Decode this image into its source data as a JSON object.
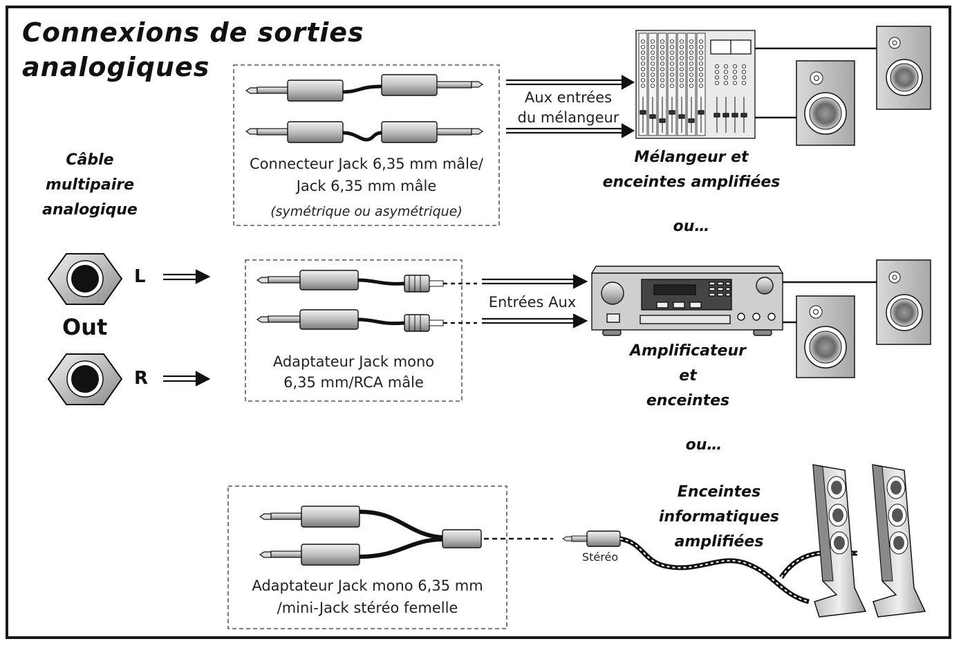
{
  "title": {
    "line1": "Connexions de sorties",
    "line2": "analogiques"
  },
  "cable": {
    "line1": "Câble",
    "line2": "multipaire",
    "line3": "analogique"
  },
  "output": {
    "left": "L",
    "out": "Out",
    "right": "R"
  },
  "box1": {
    "line1": "Connecteur Jack 6,35 mm mâle/",
    "line2": "Jack 6,35 mm mâle",
    "line3": "(symétrique ou asymétrique)"
  },
  "box2": {
    "line1": "Adaptateur Jack mono",
    "line2": "6,35 mm/RCA mâle"
  },
  "box3": {
    "line1": "Adaptateur Jack mono 6,35 mm",
    "line2": "/mini-Jack stéréo femelle"
  },
  "arrows": {
    "mixer_line1": "Aux entrées",
    "mixer_line2": "du mélangeur",
    "amp": "Entrées Aux",
    "stereo": "Stéréo"
  },
  "mixer_caption": {
    "line1": "Mélangeur et",
    "line2": "enceintes amplifiées"
  },
  "or1": "ou…",
  "amp_caption": {
    "line1": "Amplificateur",
    "line2": "et",
    "line3": "enceintes"
  },
  "or2": "ou…",
  "pc_caption": {
    "line1": "Enceintes",
    "line2": "informatiques",
    "line3": "amplifiées"
  },
  "colors": {
    "ink": "#1a1a1a",
    "metal_light": "#e6e6e6",
    "metal_dark": "#8c8c8c",
    "speaker_cone": "#6e6e6e"
  }
}
